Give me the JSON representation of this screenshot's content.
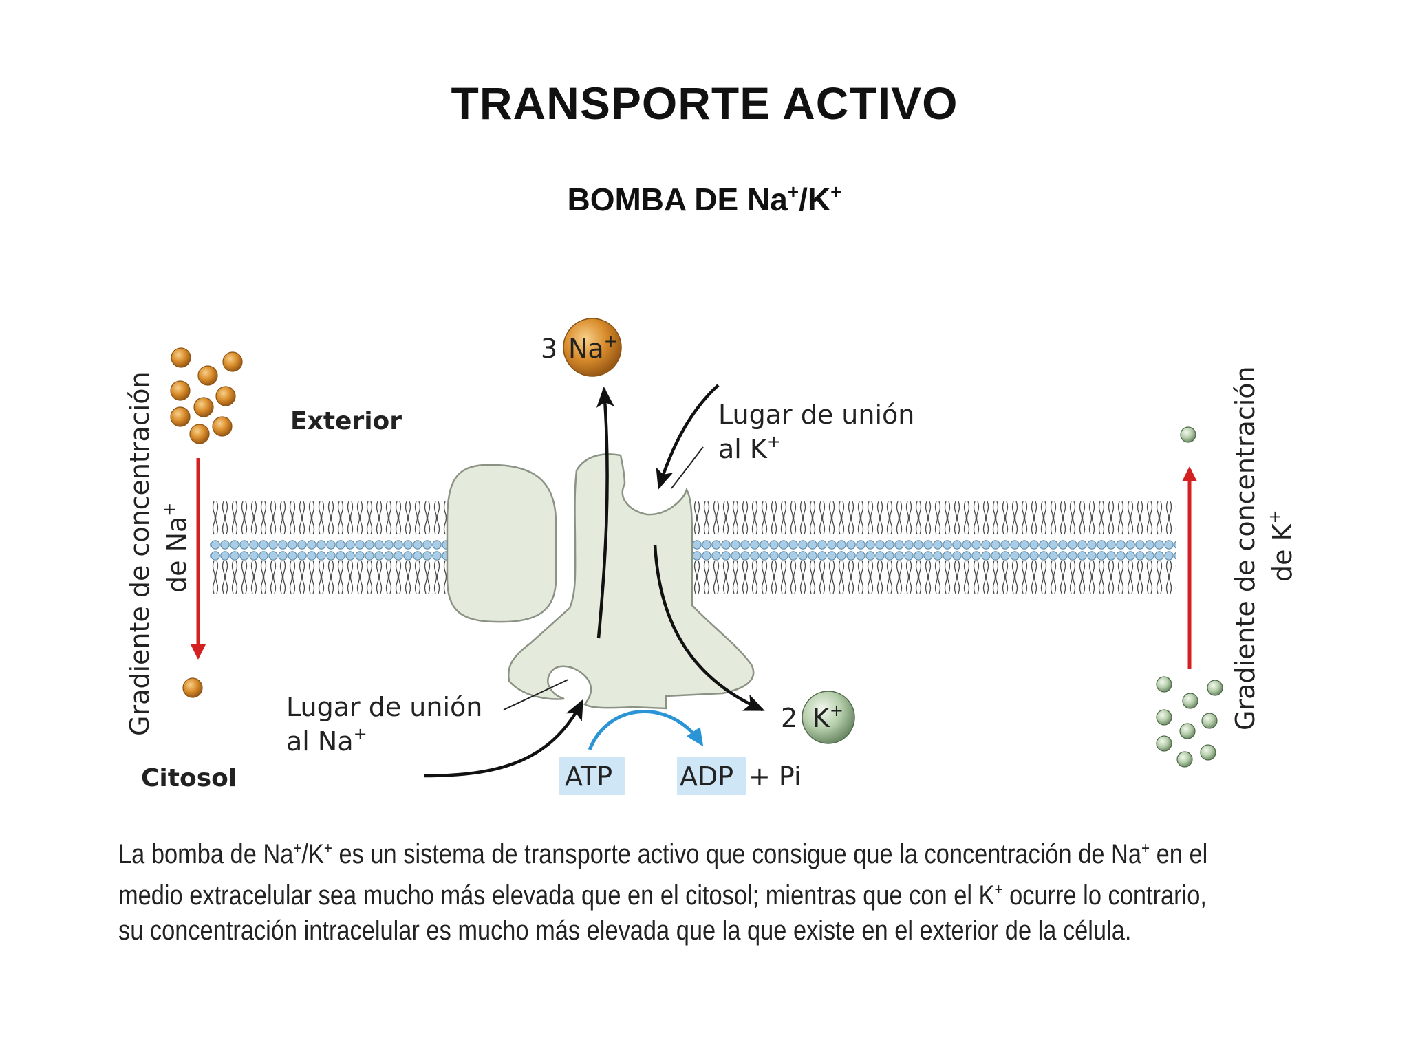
{
  "title": "TRANSPORTE ACTIVO",
  "subtitle": {
    "main": "BOMBA DE Na",
    "sup1": "+",
    "sep": "/K",
    "sup2": "+"
  },
  "diagram": {
    "gradient_na": {
      "line1": "Gradiente de concentración",
      "line2": "de Na",
      "sup": "+"
    },
    "gradient_k": {
      "line1": "Gradiente de concentración",
      "line2": "de K",
      "sup": "+"
    },
    "exterior_label": "Exterior",
    "citosol_label": "Citosol",
    "na_output": {
      "count": "3",
      "ion": "Na",
      "sup": "+"
    },
    "k_output": {
      "count": "2",
      "ion": "K",
      "sup": "+"
    },
    "k_binding_site": {
      "line1": "Lugar de unión",
      "line2": "al K",
      "sup": "+"
    },
    "na_binding_site": {
      "line1": "Lugar de unión",
      "line2": "al Na",
      "sup": "+"
    },
    "atp_label": "ATP",
    "adp_label": "ADP",
    "pi_label": "+ Pi",
    "colors": {
      "na_ion": "#d98c2b",
      "k_ion": "#b7cfac",
      "gradient_arrow": "#d42020",
      "protein": "#e5ebdc",
      "membrane_head": "#a9cde6",
      "atp_box": "#cfe6f6",
      "atp_arrow": "#2a94d6"
    },
    "icons": [
      "na-ion-icon",
      "k-ion-icon",
      "phospholipid-icon",
      "arrow-icon"
    ]
  },
  "caption": {
    "l1a": "La bomba de Na",
    "l1b": "+",
    "l1c": "/K",
    "l1d": "+",
    "l1e": " es un sistema de transporte activo que consigue que la concentración de Na",
    "l1f": "+",
    "l1g": " en el",
    "l2a": "medio extracelular sea mucho más elevada que en el citosol; mientras que con el K",
    "l2b": "+",
    "l2c": " ocurre lo contrario,",
    "l3": "su concentración intracelular es mucho más elevada que la que existe en el exterior de la célula."
  }
}
